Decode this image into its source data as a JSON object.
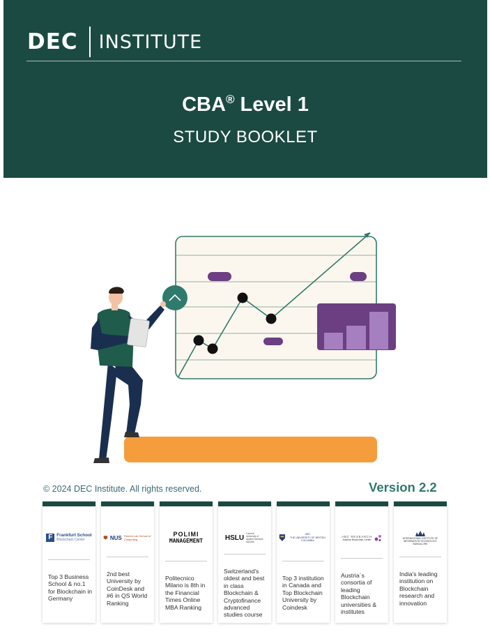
{
  "header": {
    "logo_left": "DEC",
    "logo_right": "INSTITUTE",
    "title": "CBA",
    "title_mark": "®",
    "title_rest": " Level 1",
    "subtitle": "STUDY BOOKLET"
  },
  "footer": {
    "copyright": "© 2024 DEC Institute. All rights reserved.",
    "version": "Version 2.2"
  },
  "colors": {
    "header_bg": "#1b4a42",
    "accent_orange": "#f59d3d",
    "accent_purple": "#6b3f82",
    "accent_green": "#2f7a6c"
  },
  "partners": [
    {
      "logo_name": "Frankfurt School",
      "logo_sub": "Blockchain Center",
      "logo_mark": "F",
      "text": "Top 3 Business School & no.1 for Blockchain in Germany"
    },
    {
      "logo_name": "NUS",
      "logo_sub": "Fintech Lab School of Computing",
      "text": "2nd best University by CoinDesk and #6 in QS World Ranking"
    },
    {
      "logo_name": "POLIMI",
      "logo_sub": "MANAGEMENT",
      "text": "Politecnico Milano is 8th in the Financial Times Online MBA Ranking"
    },
    {
      "logo_name": "HSLU",
      "logo_sub": "Lucerne University of Applied Sciences and Arts",
      "text": "Switzerland's oldest and best in class Blockchain & Cryptofinance advanced studies course"
    },
    {
      "logo_name": "UBC",
      "logo_sub": "THE UNIVERSITY OF BRITISH COLUMBIA",
      "text": "Top 3 institution in Canada and Top Blockchain University by Coindesk"
    },
    {
      "logo_name": "ABC RESEARCH",
      "logo_sub": "Austrian Blockchain Center",
      "text": "Austria´s consortia of leading Blockchain universities & institutes"
    },
    {
      "logo_name": "INTERNATIONAL INSTITUTE OF INFORMATION TECHNOLOGY",
      "logo_sub": "BANGALORE",
      "text": "India's leading institution on Blockchain research and innovation"
    }
  ]
}
